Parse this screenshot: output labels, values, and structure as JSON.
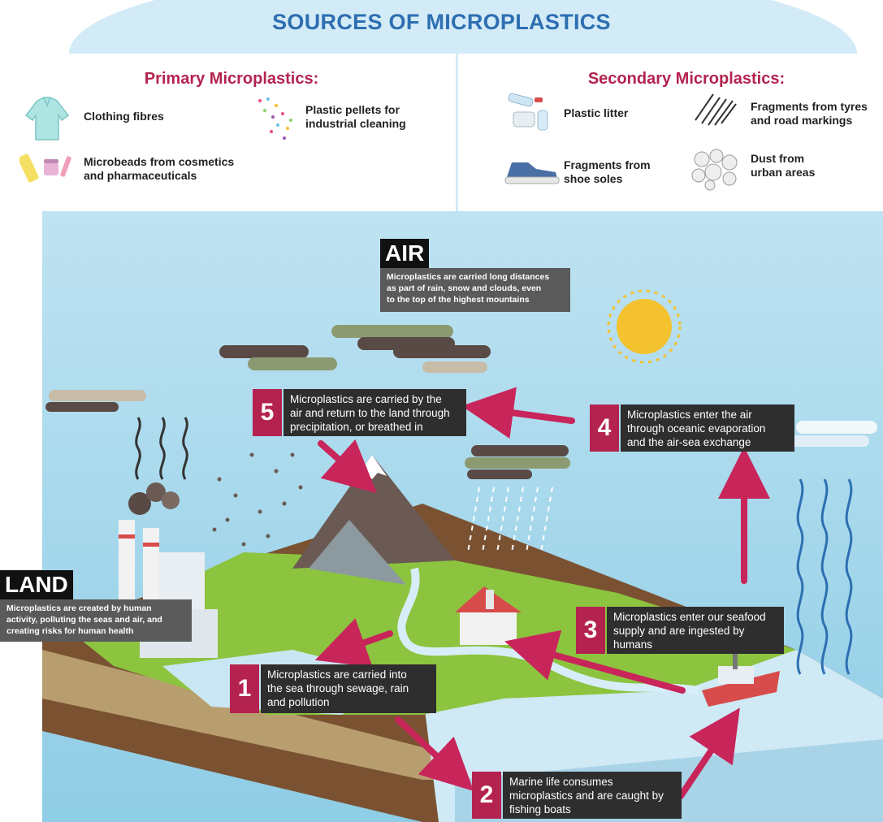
{
  "title": "SOURCES OF MICROPLASTICS",
  "primary": {
    "heading": "Primary Microplastics:",
    "items": [
      {
        "label": "Clothing fibres",
        "icon": "shirt-icon"
      },
      {
        "label": "Plastic pellets for\nindustrial cleaning",
        "icon": "pellets-icon"
      },
      {
        "label": "Microbeads from cosmetics\nand pharmaceuticals",
        "icon": "cosmetics-icon"
      }
    ]
  },
  "secondary": {
    "heading": "Secondary Microplastics:",
    "items": [
      {
        "label": "Plastic litter",
        "icon": "bottles-icon"
      },
      {
        "label": "Fragments from tyres\nand road markings",
        "icon": "tyre-icon"
      },
      {
        "label": "Fragments from\nshoe soles",
        "icon": "shoe-icon"
      },
      {
        "label": "Dust from\nurban areas",
        "icon": "dust-icon"
      }
    ]
  },
  "air": {
    "tag": "AIR",
    "note": "Microplastics are carried long distances\nas part of rain, snow and clouds, even\nto the top of the highest mountains"
  },
  "land": {
    "tag": "LAND",
    "note": "Microplastics are created by human\nactivity, polluting the seas and air, and\ncreating risks for human health"
  },
  "steps": [
    {
      "number": "1",
      "text": "Microplastics are carried into\nthe sea through sewage, rain\nand pollution"
    },
    {
      "number": "2",
      "text": "Marine life consumes\nmicroplastics and are caught by\nfishing boats"
    },
    {
      "number": "3",
      "text": "Microplastics enter our seafood\nsupply and are ingested by\nhumans"
    },
    {
      "number": "4",
      "text": "Microplastics enter the air\nthrough oceanic evaporation\nand the air-sea exchange"
    },
    {
      "number": "5",
      "text": "Microplastics are carried by the\nair and return to the land through\nprecipitation, or breathed in"
    }
  ],
  "colors": {
    "accent": "#b4234f",
    "title": "#2d6fb1",
    "sky": "#8fcde6",
    "land": "#8cc43f",
    "sea": "#cfe9f5"
  }
}
